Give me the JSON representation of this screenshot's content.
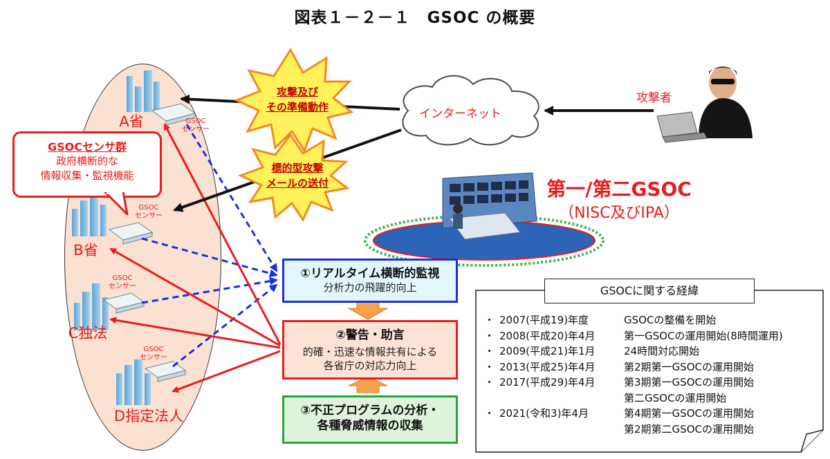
{
  "title": "図表１－２－１　GSOC の概要",
  "orgs": {
    "a": "A省",
    "b": "B省",
    "c": "C独法",
    "d": "D指定法人"
  },
  "sensor_label_line1": "GSOC",
  "sensor_label_line2": "センサー",
  "callout": {
    "title": "GSOCセンサ群",
    "line1": "政府横断的な",
    "line2": "情報収集・監視機能"
  },
  "stars": {
    "attack_line1": "攻撃及び",
    "attack_line2": "その準備動作",
    "mail_line1": "標的型攻撃",
    "mail_line2": "メールの送付"
  },
  "internet": "インターネット",
  "attacker": "攻撃者",
  "gsoc": {
    "title": "第一/第二GSOC",
    "subtitle": "（NISC及びIPA）"
  },
  "boxes": {
    "b1_title": "①リアルタイム横断的監視",
    "b1_sub": "分析力の飛躍的向上",
    "b2_title": "②警告・助言",
    "b2_sub1": "的確・迅速な情報共有による",
    "b2_sub2": "各省庁の対応力向上",
    "b3_line1": "③不正プログラムの分析・",
    "b3_line2": "各種脅威情報の収集"
  },
  "history": {
    "heading": "GSOCに関する経緯",
    "bullet": "・",
    "rows": [
      {
        "year": "2007(平成19)年度",
        "event": "GSOCの整備を開始"
      },
      {
        "year": "2008(平成20)年4月",
        "event": "第一GSOCの運用開始(8時間運用)"
      },
      {
        "year": "2009(平成21)年1月",
        "event": "24時間対応開始"
      },
      {
        "year": "2013(平成25)年4月",
        "event": "第2期第一GSOCの運用開始"
      },
      {
        "year": "2017(平成29)年4月",
        "event": "第3期第一GSOCの運用開始"
      },
      {
        "year": "",
        "event": "第二GSOCの運用開始"
      },
      {
        "year": "2021(令和3)年4月",
        "event": "第4期第一GSOCの運用開始"
      },
      {
        "year": "",
        "event": "第2期第二GSOCの運用開始"
      }
    ]
  },
  "colors": {
    "red": "#e81c1c",
    "blue": "#1a2fe0",
    "green": "#23a838",
    "orange": "#f5a24a"
  }
}
